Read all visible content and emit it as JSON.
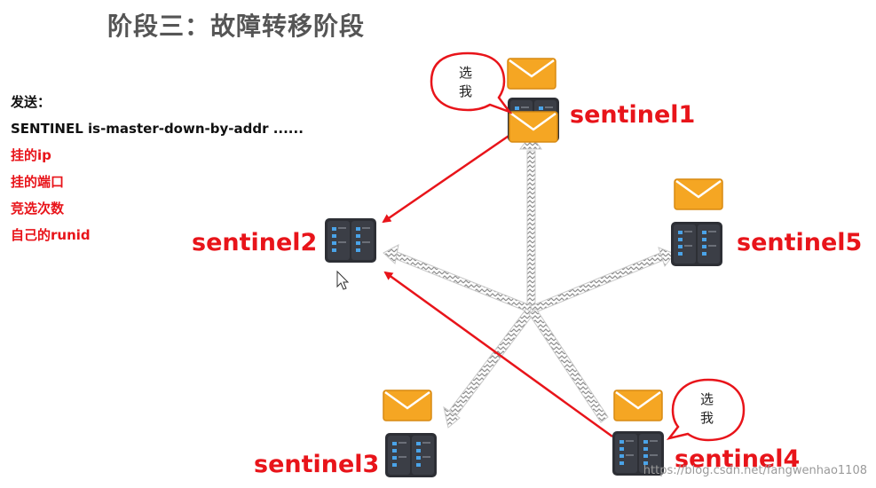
{
  "title": "阶段三：故障转移阶段",
  "info": {
    "heading": "发送：",
    "command": "SENTINEL is-master-down-by-addr ......",
    "items": [
      "挂的ip",
      "挂的端口",
      "竞选次数",
      "自己的runid"
    ]
  },
  "nodes": {
    "sentinel1": "sentinel1",
    "sentinel2": "sentinel2",
    "sentinel3": "sentinel3",
    "sentinel4": "sentinel4",
    "sentinel5": "sentinel5"
  },
  "bubble_text": [
    "选",
    "我"
  ],
  "watermark": "https://blog.csdn.net/fangwenhao1108",
  "colors": {
    "accent_red": "#e8141a",
    "envelope": "#f5a623",
    "server": "#2d2f35",
    "server_led": "#4aa3e8",
    "arrow_gray": "#b0b0b0"
  },
  "icons": [
    "server-icon",
    "envelope-icon",
    "speech-bubble-icon",
    "mouse-cursor-icon"
  ]
}
